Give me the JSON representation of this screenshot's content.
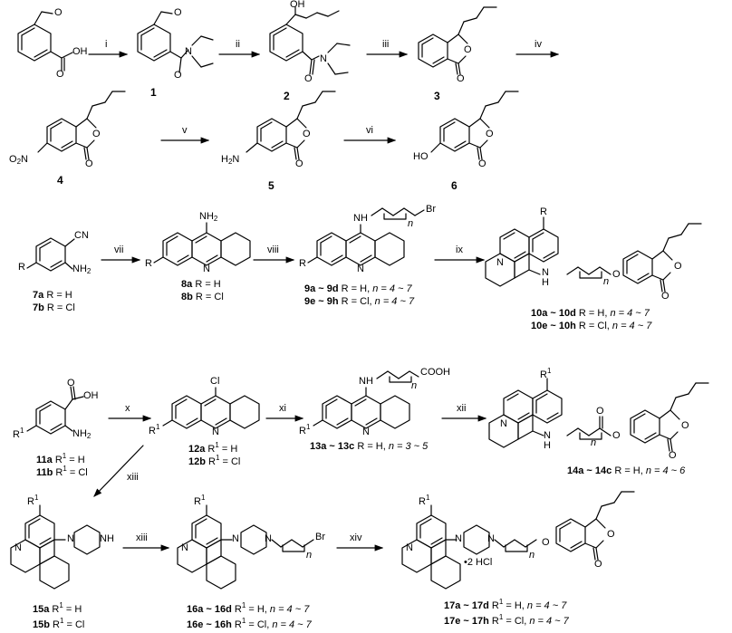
{
  "reagents": [
    "i",
    "ii",
    "iii",
    "iv",
    "v",
    "vi",
    "vii",
    "viii",
    "ix",
    "x",
    "xi",
    "xii",
    "xiii",
    "xiii",
    "xiv"
  ],
  "atoms": {
    "O": "O",
    "OH": "OH",
    "H": "H",
    "N": "N",
    "NH": "NH",
    "NH2": "NH",
    "CN": "CN",
    "Br": "Br",
    "Cl": "Cl",
    "HO": "HO",
    "O2N": "O",
    "NO2_N": "N",
    "H2N": "H",
    "COOH": "COOH",
    "R": "R",
    "R1": "R",
    "sup1": "1",
    "n": "n",
    "two": "2",
    "twoHCl": "•2 HCl"
  },
  "compounds": {
    "c1": "1",
    "c2": "2",
    "c3": "3",
    "c4": "4",
    "c5": "5",
    "c6": "6"
  },
  "captions": {
    "c7a": "R = H",
    "c7b": "R = Cl",
    "c8a": "R = H",
    "c8b": "R = Cl",
    "c9a": "R = H, ",
    "c9a_n": "n = 4 ~ 7",
    "c9e": "R = Cl, ",
    "c9e_n": "n = 4 ~ 7",
    "c10a": "R = H, ",
    "c10a_n": "n = 4 ~ 7",
    "c10e": "R = Cl, ",
    "c10e_n": "n = 4 ~ 7",
    "c11a": " = H",
    "c11b": " = Cl",
    "c12a": " = H",
    "c12b": " = Cl",
    "c13a": "R = H, ",
    "c13a_n": "n = 3 ~ 5",
    "c14a": "R = H, ",
    "c14a_n": "n = 4 ~ 6",
    "c15a": " = H",
    "c15b": " = Cl",
    "c16a": " = H, ",
    "c16a_n": "n = 4 ~ 7",
    "c16e": " = Cl, ",
    "c16e_n": "n = 4 ~ 7",
    "c17a": " = H, ",
    "c17a_n": "n = 4 ~ 7",
    "c17e": " = Cl, ",
    "c17e_n": "n = 4 ~ 7"
  },
  "ids": {
    "i7a": "7a",
    "i7b": "7b",
    "i8a": "8a",
    "i8b": "8b",
    "i9a": "9a ~ 9d",
    "i9e": "9e ~ 9h",
    "i10a": "10a ~ 10d",
    "i10e": "10e ~ 10h",
    "i11a": "11a",
    "i11b": "11b",
    "i12a": "12a",
    "i12b": "12b",
    "i13a": "13a ~ 13c",
    "i14a": "14a ~ 14c",
    "i15a": "15a",
    "i15b": "15b",
    "i16a": "16a ~ 16d",
    "i16e": "16e ~ 16h",
    "i17a": "17a ~ 17d",
    "i17e": "17e ~ 17h"
  }
}
